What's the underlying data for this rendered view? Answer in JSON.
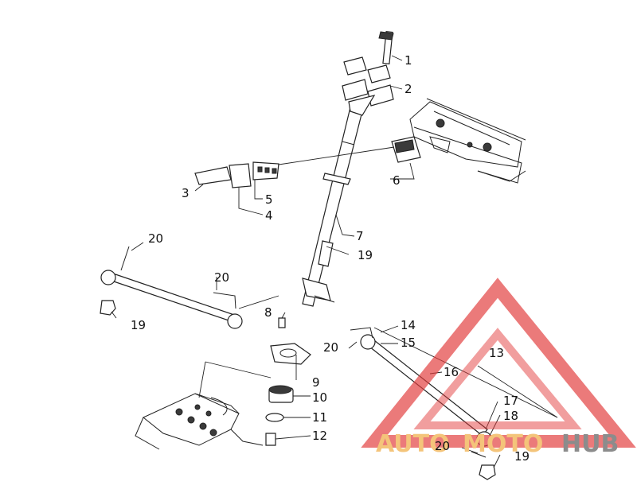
{
  "callouts": {
    "c1": "1",
    "c2": "2",
    "c3": "3",
    "c4": "4",
    "c5": "5",
    "c6": "6",
    "c7": "7",
    "c8": "8",
    "c9": "9",
    "c10": "10",
    "c11": "11",
    "c12": "12",
    "c13": "13",
    "c14": "14",
    "c15": "15",
    "c16": "16",
    "c17": "17",
    "c18": "18",
    "c19a": "19",
    "c19b": "19",
    "c19c": "19",
    "c20a": "20",
    "c20b": "20",
    "c20c": "20",
    "c20d": "20"
  },
  "watermark": {
    "part_auto": "AUTO",
    "part_moto": "MOTO",
    "part_hub": "HUB",
    "colors": {
      "triangle": "#e23b3b",
      "orange": "#f4c47a",
      "grey": "#8c8c8c"
    }
  }
}
